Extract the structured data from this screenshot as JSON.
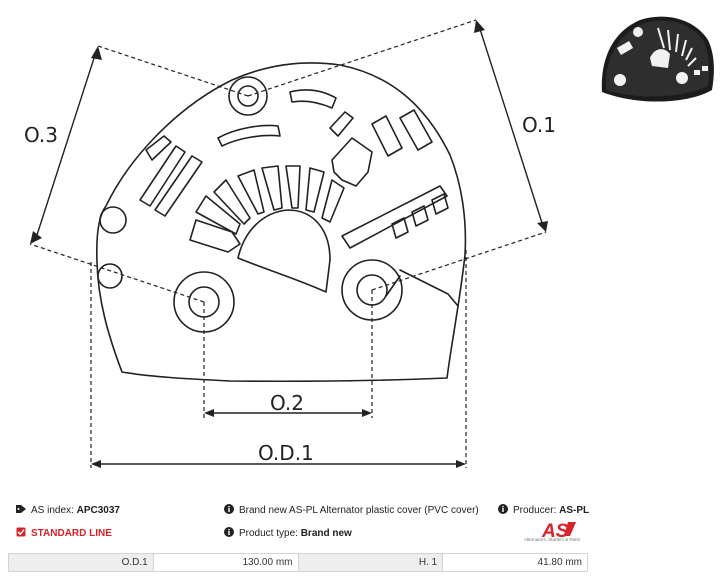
{
  "diagram": {
    "labels": {
      "o1": "O.1",
      "o2": "O.2",
      "o3": "O.3",
      "od1": "O.D.1"
    }
  },
  "product": {
    "as_index_label": "AS index:",
    "as_index_value": "APC3037",
    "line": "STANDARD LINE",
    "description": "Brand new AS-PL Alternator plastic cover (PVC cover)",
    "product_type_label": "Product type:",
    "product_type_value": "Brand new",
    "producer_label": "Producer:",
    "producer_value": "AS-PL",
    "logo_text": "AS",
    "logo_tagline": "Alternators, Starters & Parts"
  },
  "specs": [
    {
      "key": "O.D.1",
      "value": "130.00 mm"
    },
    {
      "key": "H. 1",
      "value": "41.80 mm"
    }
  ],
  "colors": {
    "brand_red": "#d8232a",
    "line": "#222222"
  }
}
